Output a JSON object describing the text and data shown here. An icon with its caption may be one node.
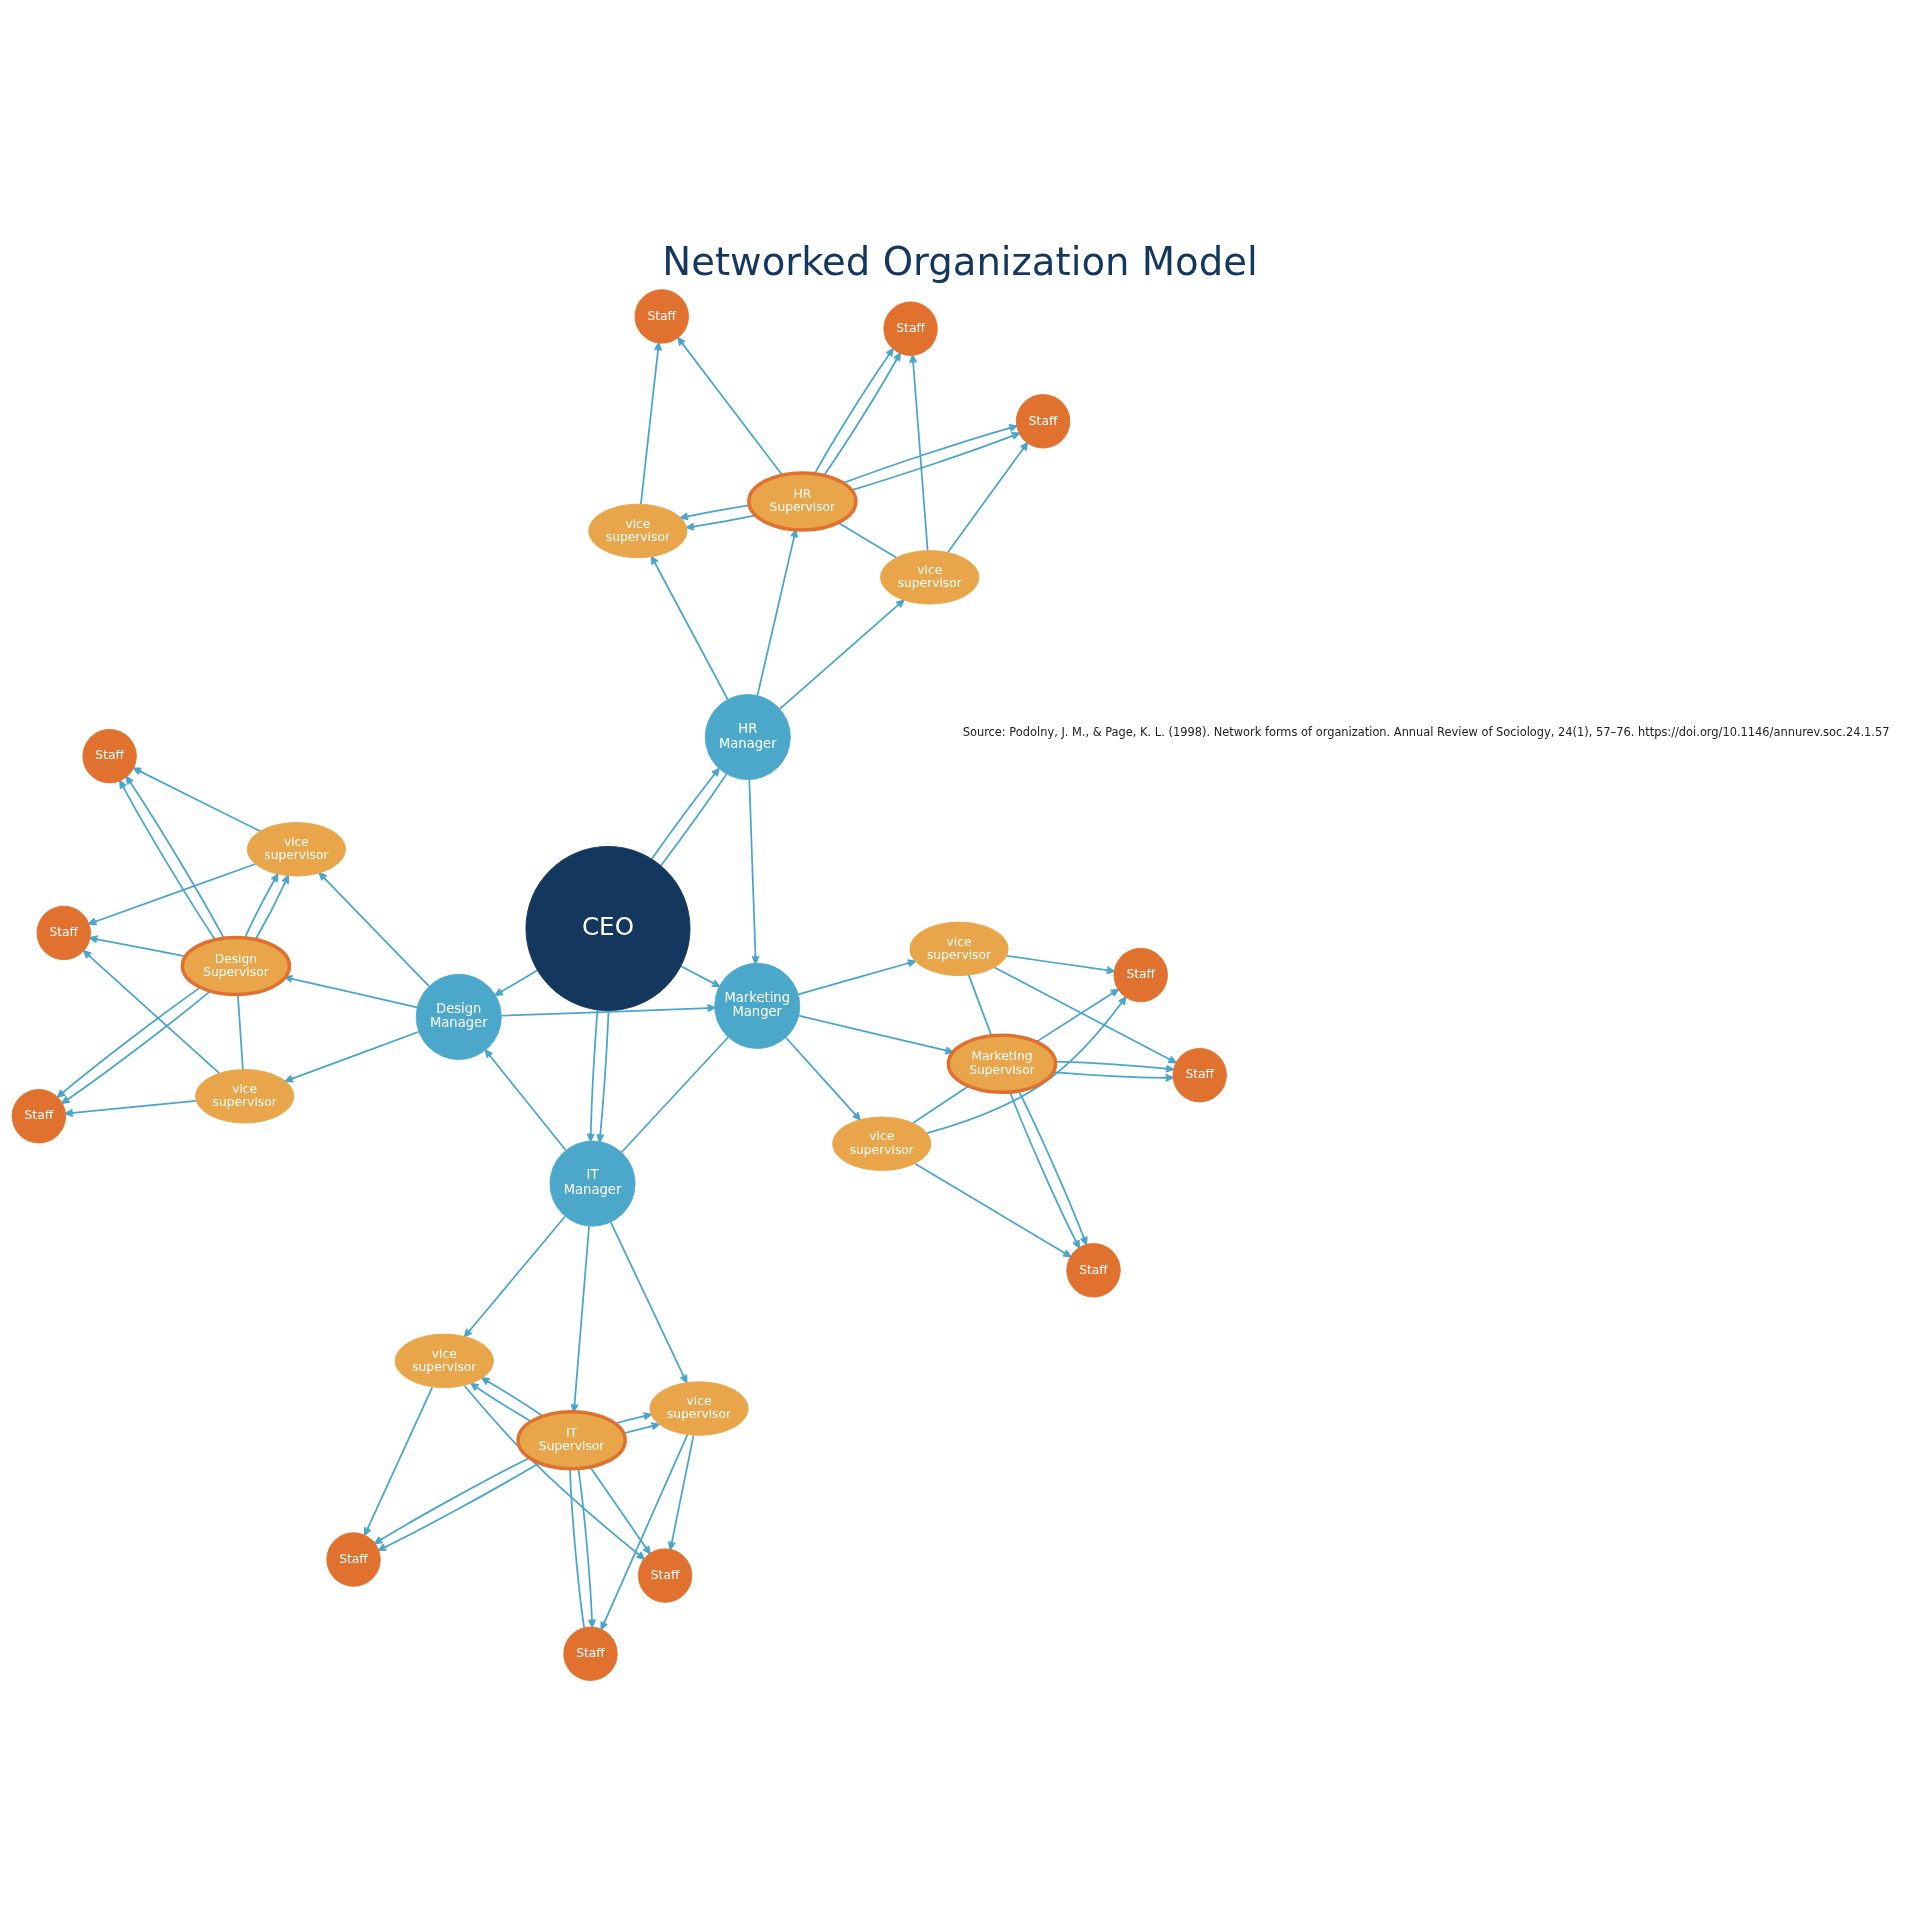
{
  "diagram": {
    "title": "Networked Organization Model",
    "nodes": [
      {
        "text": [
          "CEO"
        ]
      },
      {
        "text": [
          "IT Manager"
        ]
      },
      {
        "text": [
          "IT Supervisor"
        ]
      },
      {
        "text": [
          "Staff"
        ]
      },
      {
        "text": [
          "Staff"
        ]
      },
      {
        "text": [
          "Staff"
        ]
      },
      {
        "text": [
          "vice supervisor"
        ]
      },
      {
        "text": [
          "vice supervisor"
        ]
      },
      {
        "text": [
          "Marketing Manger"
        ]
      },
      {
        "text": [
          "Marketing Supervisor"
        ]
      },
      {
        "text": [
          "Staff"
        ]
      },
      {
        "text": [
          "Staff"
        ]
      },
      {
        "text": [
          "Staff"
        ]
      },
      {
        "text": [
          "vice supervisor"
        ]
      },
      {
        "text": [
          "vice supervisor"
        ]
      },
      {
        "text": [
          "Design Manager"
        ]
      },
      {
        "text": [
          "Design Supervisor"
        ]
      },
      {
        "text": [
          "vice supervisor"
        ]
      },
      {
        "text": [
          "Staff"
        ]
      },
      {
        "text": [
          "Staff"
        ]
      },
      {
        "text": [
          "Staff"
        ]
      },
      {
        "text": [
          "vice supervisor"
        ]
      },
      {
        "text": [
          "HR Manager"
        ]
      },
      {
        "text": [
          "HR Supervisor"
        ]
      },
      {
        "text": [
          "vice supervisor"
        ]
      },
      {
        "text": [
          "vice supervisor"
        ]
      },
      {
        "text": [
          "Staff"
        ]
      },
      {
        "text": [
          "Staff"
        ]
      },
      {
        "text": [
          "Staff"
        ]
      }
    ],
    "edges": [
      {
        "from": 0,
        "to": 1,
        "arrow": "to"
      },
      {
        "from": 0,
        "to": 1,
        "arrow": "to"
      },
      {
        "from": 1,
        "to": 15,
        "arrow": "to"
      },
      {
        "from": 1,
        "to": 6,
        "arrow": "to"
      },
      {
        "from": 1,
        "to": 2,
        "arrow": "to"
      },
      {
        "from": 1,
        "to": 7,
        "arrow": "to"
      },
      {
        "from": 1,
        "to": 8,
        "arrow": "none"
      },
      {
        "from": 2,
        "to": 3,
        "arrow": "to"
      },
      {
        "from": 2,
        "to": 3,
        "arrow": "to"
      },
      {
        "from": 2,
        "to": 6,
        "arrow": "to"
      },
      {
        "from": 2,
        "to": 6,
        "arrow": "to"
      },
      {
        "from": 2,
        "to": 4,
        "arrow": "to"
      },
      {
        "from": 2,
        "to": 5,
        "arrow": "to"
      },
      {
        "from": 2,
        "to": 5,
        "arrow": "none"
      },
      {
        "from": 2,
        "to": 7,
        "arrow": "to"
      },
      {
        "from": 2,
        "to": 7,
        "arrow": "to"
      },
      {
        "from": 6,
        "to": 3,
        "arrow": "to"
      },
      {
        "from": 6,
        "to": 4,
        "arrow": "to"
      },
      {
        "from": 7,
        "to": 4,
        "arrow": "to"
      },
      {
        "from": 7,
        "to": 5,
        "arrow": "to"
      },
      {
        "from": 0,
        "to": 8,
        "arrow": "to"
      },
      {
        "from": 8,
        "to": 13,
        "arrow": "to"
      },
      {
        "from": 8,
        "to": 9,
        "arrow": "to"
      },
      {
        "from": 8,
        "to": 14,
        "arrow": "to"
      },
      {
        "from": 13,
        "to": 10,
        "arrow": "to"
      },
      {
        "from": 13,
        "to": 11,
        "arrow": "to"
      },
      {
        "from": 13,
        "to": 9,
        "arrow": "none"
      },
      {
        "from": 9,
        "to": 10,
        "arrow": "to"
      },
      {
        "from": 9,
        "to": 10,
        "arrow": "to"
      },
      {
        "from": 9,
        "to": 11,
        "arrow": "to"
      },
      {
        "from": 9,
        "to": 12,
        "arrow": "to"
      },
      {
        "from": 9,
        "to": 12,
        "arrow": "to"
      },
      {
        "from": 14,
        "to": 11,
        "arrow": "to"
      },
      {
        "from": 14,
        "to": 12,
        "arrow": "to"
      },
      {
        "from": 9,
        "to": 14,
        "arrow": "none"
      },
      {
        "from": 22,
        "to": 8,
        "arrow": "to"
      },
      {
        "from": 15,
        "to": 8,
        "arrow": "to"
      },
      {
        "from": 0,
        "to": 15,
        "arrow": "to"
      },
      {
        "from": 0,
        "to": 22,
        "arrow": "to"
      },
      {
        "from": 0,
        "to": 22,
        "arrow": "none"
      },
      {
        "from": 15,
        "to": 17,
        "arrow": "to"
      },
      {
        "from": 15,
        "to": 16,
        "arrow": "to"
      },
      {
        "from": 15,
        "to": 21,
        "arrow": "to"
      },
      {
        "from": 17,
        "to": 18,
        "arrow": "to"
      },
      {
        "from": 16,
        "to": 17,
        "arrow": "to"
      },
      {
        "from": 16,
        "to": 17,
        "arrow": "to"
      },
      {
        "from": 17,
        "to": 19,
        "arrow": "to"
      },
      {
        "from": 16,
        "to": 18,
        "arrow": "to"
      },
      {
        "from": 16,
        "to": 18,
        "arrow": "to"
      },
      {
        "from": 16,
        "to": 19,
        "arrow": "to"
      },
      {
        "from": 16,
        "to": 20,
        "arrow": "to"
      },
      {
        "from": 16,
        "to": 20,
        "arrow": "to"
      },
      {
        "from": 16,
        "to": 21,
        "arrow": "none"
      },
      {
        "from": 21,
        "to": 19,
        "arrow": "to"
      },
      {
        "from": 21,
        "to": 20,
        "arrow": "to"
      },
      {
        "from": 22,
        "to": 24,
        "arrow": "to"
      },
      {
        "from": 22,
        "to": 25,
        "arrow": "to"
      },
      {
        "from": 22,
        "to": 23,
        "arrow": "to"
      },
      {
        "from": 23,
        "to": 24,
        "arrow": "to"
      },
      {
        "from": 23,
        "to": 24,
        "arrow": "to"
      },
      {
        "from": 24,
        "to": 28,
        "arrow": "to"
      },
      {
        "from": 25,
        "to": 23,
        "arrow": "none"
      },
      {
        "from": 25,
        "to": 26,
        "arrow": "to"
      },
      {
        "from": 25,
        "to": 27,
        "arrow": "to"
      },
      {
        "from": 23,
        "to": 26,
        "arrow": "to"
      },
      {
        "from": 23,
        "to": 26,
        "arrow": "to"
      },
      {
        "from": 23,
        "to": 27,
        "arrow": "to"
      },
      {
        "from": 23,
        "to": 27,
        "arrow": "to"
      },
      {
        "from": 23,
        "to": 28,
        "arrow": "to"
      }
    ],
    "labels": [
      "Source: Podolny, J. M., & Page, K. L. (1998). Network forms of organization. Annual Review of Sociology, 24(1), 57–76. https://doi.org/10.1146/annurev.soc.24.1.57"
    ]
  }
}
